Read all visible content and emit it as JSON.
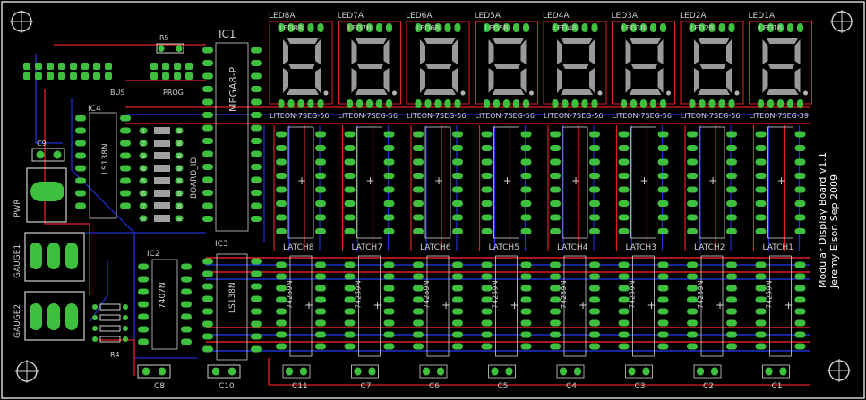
{
  "board_title": "Modular Display Board v1.1",
  "board_author": "Jeremy Elson Sep 2009",
  "digits": [
    {
      "name": "LED8A",
      "part": "LITEON-7SEG-56",
      "latch": "LATCH8",
      "cap": "C11",
      "inst": "LED8B"
    },
    {
      "name": "LED7A",
      "part": "LITEON-7SEG-56",
      "latch": "LATCH7",
      "cap": "C7",
      "inst": "LED7B"
    },
    {
      "name": "LED6A",
      "part": "LITEON-7SEG-56",
      "latch": "LATCH6",
      "cap": "C6",
      "inst": "LED6B"
    },
    {
      "name": "LED5A",
      "part": "LITEON-7SEG-56",
      "latch": "LATCH5",
      "cap": "C5",
      "inst": "LED5B"
    },
    {
      "name": "LED4A",
      "part": "LITEON-7SEG-56",
      "latch": "LATCH4",
      "cap": "C4",
      "inst": "LED4B"
    },
    {
      "name": "LED3A",
      "part": "LITEON-7SEG-56",
      "latch": "LATCH3",
      "cap": "C3",
      "inst": "LED3B"
    },
    {
      "name": "LED2A",
      "part": "LITEON-7SEG-56",
      "latch": "LATCH2",
      "cap": "C2",
      "inst": "LED2B"
    },
    {
      "name": "LED1A",
      "part": "LITEON-7SEG-39",
      "latch": "LATCH1",
      "cap": "C1",
      "inst": "LED1B"
    }
  ],
  "latch_part": "74259N",
  "ic_labels": {
    "ic1": "IC1",
    "ic1_part": "MEGA8-P",
    "ic4": "IC4",
    "ic4_part": "LS138N",
    "ic3": "IC3",
    "ic3_part": "LS138N",
    "ic2": "IC2",
    "ic2_part": "7407N",
    "board_id": "BOARD_ID",
    "board_id_digits": [
      "1",
      "2",
      "3",
      "4",
      "5",
      "6",
      "7",
      "8"
    ],
    "board_id_prefix": "B",
    "r5": "R5",
    "r4": "R4",
    "bus": "BUS",
    "prog": "PROG",
    "c9": "C9",
    "c8": "C8",
    "c10": "C10",
    "pwr": "PWR",
    "gauge1": "GAUGE1",
    "gauge2": "GAUGE2"
  },
  "colors": {
    "background": "#000000",
    "copper_top": "#e02020",
    "copper_bottom": "#2030d0",
    "pad": "#3ec03e",
    "silk": "#d0d0d0",
    "segment": "#b4b4b4"
  }
}
